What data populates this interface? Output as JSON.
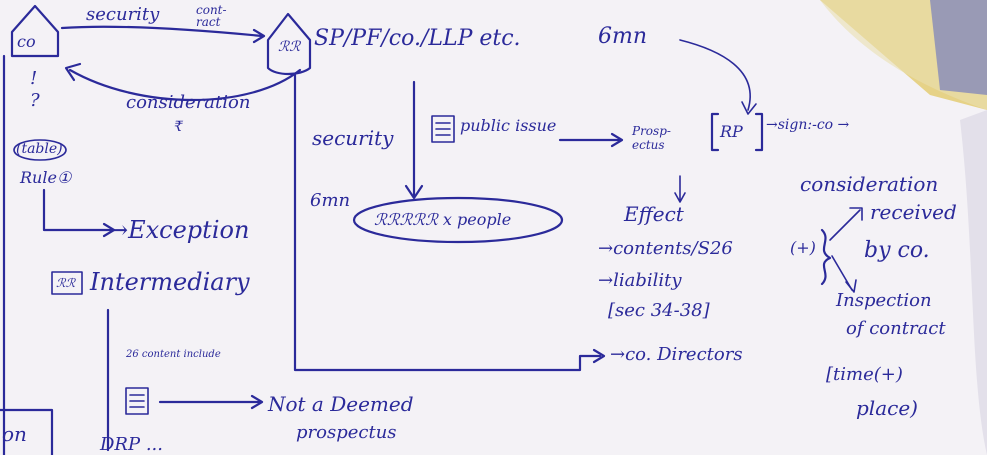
{
  "notes": {
    "co_box": "co",
    "arrow_top": "security",
    "contract_word": "cont-\nract",
    "entity_list": "SP/PF/co./LLP etc.",
    "entity_amount": "6mn",
    "question_marks": "!\n?",
    "consideration_left": "consideration",
    "consideration_symbol": "₹",
    "table_label": "(table)",
    "rule_label": "Rule①",
    "exception": "→Exception",
    "intermediary": "Intermediary",
    "security_mid": "security",
    "public_issue": "public issue",
    "prospectus": "Prosp-\nectus",
    "rp_box": "RP",
    "sign_note": "→sign:-co →",
    "amount_mid": "6mn",
    "people": "ℛℛℛℛℛ x people",
    "effect": "Effect",
    "contents": "→contents/S26",
    "liability": "→liability",
    "sections": "[sec 34-38]",
    "co_directors": "→co. Directors",
    "consideration_right": "consideration",
    "received": "received",
    "by_co": "by co.",
    "inspection": "Inspection",
    "of_contract": "of contract",
    "time_place_1": "[time(+)",
    "time_place_2": "place)",
    "contents_include": "26 content include",
    "not_deemed": "Not a Deemed",
    "prospectus_bottom": "prospectus",
    "bottom_left": "on",
    "bottom_cut": "DRP ...",
    "plus": "(+)"
  },
  "colors": {
    "ink": "#2b2a9a",
    "paper": "#f4f2f6",
    "corner_blue": "#2233bb",
    "corner_yellow": "#e8d27a"
  }
}
